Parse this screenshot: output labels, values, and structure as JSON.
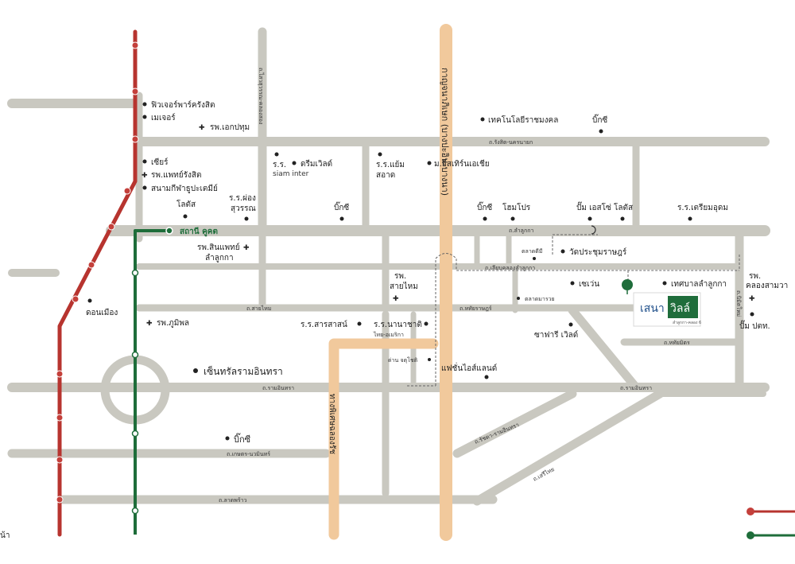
{
  "colors": {
    "road": "#c9c8c0",
    "expressway": "#f1c99c",
    "red_line": "#b7342f",
    "green_line": "#1e6d3a",
    "project_green": "#1f6d3b"
  },
  "roads": {
    "rangsit_nakhon_nayok": "ถ.รังสิต-นครนายก",
    "lam_luk_ka": "ถ.ลำลูกกา",
    "sai_mai": "ถ.สายไหม",
    "ram_inthra_left": "ถ.รามอินทรา",
    "ram_inthra_right": "ถ.รามอินทรา",
    "kaset_nawamin": "ถ.เกษตร-นวมินทร์",
    "lat_phrao": "ถ.ลาดพร้าว",
    "hathai_rat_1": "ถ.หทัยราษฎร์",
    "hathai_mit": "ถ.หทัยมิตร",
    "liap_khlong": "ถ.เลียบคลองลำลูกกา",
    "ratchada_ram_inthra": "ถ.รัชดา-รามอินทรา",
    "seri_thai": "ถ.เสรีไทย",
    "left_vertical": "ถ.ไสวสุวรรณ-คลองสอง",
    "nimit_mai": "ถ.นิมิตใหม่",
    "phahon_yothin_exp": "กาญจนาภิเษก (บางปะอิน-บางนา)",
    "ramintra_exp": "ทางพิเศษฉลองรัช"
  },
  "stations": {
    "khu_khot": "สถานี คูคต"
  },
  "places": [
    {
      "id": "future_park",
      "label": "ฟิวเจอร์พาร์ครังสิต"
    },
    {
      "id": "major",
      "label": "เมเจอร์"
    },
    {
      "id": "ekpathum",
      "label": "รพ.เอกปทุม"
    },
    {
      "id": "rajamangala",
      "label": "เทคโนโลยีราชมงคล"
    },
    {
      "id": "bigc_top",
      "label": "บิ๊กซี"
    },
    {
      "id": "siam_inter_1",
      "label": "ร.ร."
    },
    {
      "id": "siam_inter_2",
      "label": "siam inter"
    },
    {
      "id": "dream_world",
      "label": "ดรีมเวิลด์"
    },
    {
      "id": "yaem_1",
      "label": "ร.ร.แย้ม"
    },
    {
      "id": "yaem_2",
      "label": "สอาด"
    },
    {
      "id": "eastern_asia",
      "label": "ม.อีสเทิร์นเอเชีย"
    },
    {
      "id": "zeer",
      "label": "เซียร์"
    },
    {
      "id": "paet_rangsit",
      "label": "รพ.แพทย์รังสิต"
    },
    {
      "id": "stadium",
      "label": "สนามกีฬาธูปะเตมีย์"
    },
    {
      "id": "lotus_left",
      "label": "โลตัส"
    },
    {
      "id": "phong_1",
      "label": "ร.ร.ผ่อง"
    },
    {
      "id": "phong_2",
      "label": "สุวรรณ"
    },
    {
      "id": "bigc_mid",
      "label": "บิ๊กซี"
    },
    {
      "id": "bigc_r",
      "label": "บิ๊กซี"
    },
    {
      "id": "homepro",
      "label": "โฮมโปร"
    },
    {
      "id": "ess_pump",
      "label": "ปั๊ม เอสโซ่"
    },
    {
      "id": "lotus_right",
      "label": "โลตัส"
    },
    {
      "id": "triam",
      "label": "ร.ร.เตรียมอุดม"
    },
    {
      "id": "sinphaet_1",
      "label": "รพ.สินแพทย์"
    },
    {
      "id": "sinphaet_2",
      "label": "ลำลูกกา"
    },
    {
      "id": "talad_dee",
      "label": "ตลาดดีมี"
    },
    {
      "id": "wat",
      "label": "วัดประชุมราษฎร์"
    },
    {
      "id": "sai_mai_hosp_1",
      "label": "รพ."
    },
    {
      "id": "sai_mai_hosp_2",
      "label": "สายไหม"
    },
    {
      "id": "seven",
      "label": "เซเว่น"
    },
    {
      "id": "tessaban",
      "label": "เทศบาลลำลูกกา"
    },
    {
      "id": "khlong_hosp_1",
      "label": "รพ."
    },
    {
      "id": "khlong_hosp_2",
      "label": "คลองสามวา"
    },
    {
      "id": "market_mayom",
      "label": "ตลาดมารวย"
    },
    {
      "id": "don_mueang",
      "label": "ดอนเมือง"
    },
    {
      "id": "bhumibol",
      "label": "รพ.ภูมิพล"
    },
    {
      "id": "sarasat",
      "label": "ร.ร.สารสาสน์"
    },
    {
      "id": "nanachat_1",
      "label": "ร.ร.นานาชาติ"
    },
    {
      "id": "nanachat_2",
      "label": "ไทย-อเมริกา"
    },
    {
      "id": "safari",
      "label": "ซาฟารี เวิลด์"
    },
    {
      "id": "ptt",
      "label": "ปั๊ม ปตท."
    },
    {
      "id": "toll",
      "label": "ด่าน จตุโชติ"
    },
    {
      "id": "central",
      "label": "เซ็นทรัลรามอินทรา"
    },
    {
      "id": "fashion",
      "label": "แฟชั่นไอส์แลนด์"
    },
    {
      "id": "bigc_low",
      "label": "บิ๊กซี"
    }
  ],
  "project": {
    "name_left": "เสนา",
    "name_right": "วิลล์",
    "tagline": "ลำลูกกา-คลอง 6"
  },
  "legend": {
    "left_text": "น้า"
  }
}
